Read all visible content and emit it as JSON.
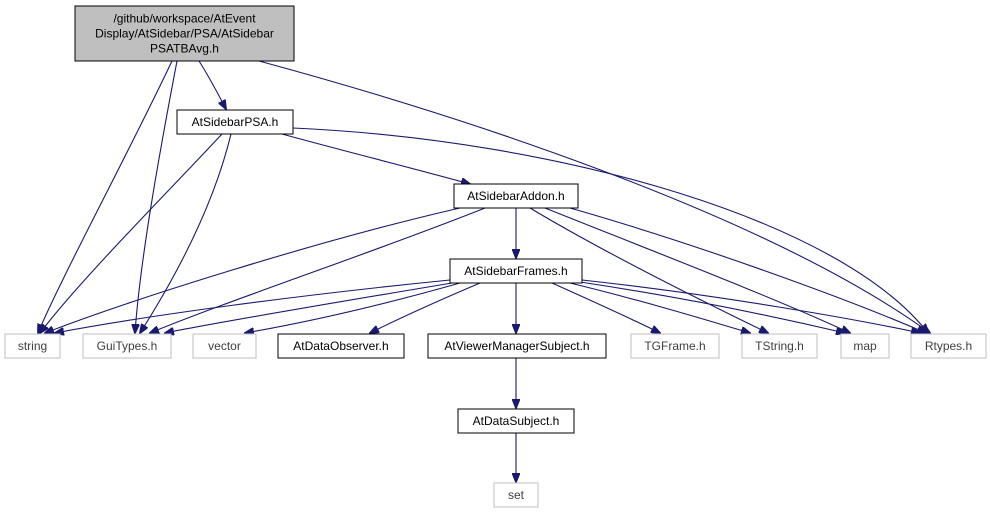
{
  "colors": {
    "edge": "#191970",
    "root_fill": "#bfbfbf",
    "root_border": "#000000",
    "internal_border": "#000000",
    "external_border": "#bfbfbf",
    "external_text": "#404040",
    "node_fill": "#ffffff"
  },
  "nodes": [
    {
      "id": "root",
      "kind": "root",
      "lines": [
        "/github/workspace/AtEvent",
        "Display/AtSidebar/PSA/AtSidebar",
        "PSATBAvg.h"
      ]
    },
    {
      "id": "psa",
      "kind": "internal",
      "lines": [
        "AtSidebarPSA.h"
      ]
    },
    {
      "id": "addon",
      "kind": "internal",
      "lines": [
        "AtSidebarAddon.h"
      ]
    },
    {
      "id": "frames",
      "kind": "internal",
      "lines": [
        "AtSidebarFrames.h"
      ]
    },
    {
      "id": "string",
      "kind": "external",
      "lines": [
        "string"
      ]
    },
    {
      "id": "guitypes",
      "kind": "external",
      "lines": [
        "GuiTypes.h"
      ]
    },
    {
      "id": "vector",
      "kind": "external",
      "lines": [
        "vector"
      ]
    },
    {
      "id": "observer",
      "kind": "internal",
      "lines": [
        "AtDataObserver.h"
      ]
    },
    {
      "id": "viewer",
      "kind": "internal",
      "lines": [
        "AtViewerManagerSubject.h"
      ]
    },
    {
      "id": "tgframe",
      "kind": "external",
      "lines": [
        "TGFrame.h"
      ]
    },
    {
      "id": "tstring",
      "kind": "external",
      "lines": [
        "TString.h"
      ]
    },
    {
      "id": "map",
      "kind": "external",
      "lines": [
        "map"
      ]
    },
    {
      "id": "rtypes",
      "kind": "external",
      "lines": [
        "Rtypes.h"
      ]
    },
    {
      "id": "subject",
      "kind": "internal",
      "lines": [
        "AtDataSubject.h"
      ]
    },
    {
      "id": "set",
      "kind": "external",
      "lines": [
        "set"
      ]
    }
  ],
  "edges": [
    {
      "from": "root",
      "to": "psa"
    },
    {
      "from": "root",
      "to": "string"
    },
    {
      "from": "root",
      "to": "guitypes"
    },
    {
      "from": "root",
      "to": "rtypes"
    },
    {
      "from": "psa",
      "to": "addon"
    },
    {
      "from": "psa",
      "to": "string"
    },
    {
      "from": "psa",
      "to": "guitypes"
    },
    {
      "from": "psa",
      "to": "rtypes"
    },
    {
      "from": "addon",
      "to": "frames"
    },
    {
      "from": "addon",
      "to": "string"
    },
    {
      "from": "addon",
      "to": "guitypes"
    },
    {
      "from": "addon",
      "to": "tstring"
    },
    {
      "from": "addon",
      "to": "map"
    },
    {
      "from": "addon",
      "to": "rtypes"
    },
    {
      "from": "frames",
      "to": "string"
    },
    {
      "from": "frames",
      "to": "guitypes"
    },
    {
      "from": "frames",
      "to": "vector"
    },
    {
      "from": "frames",
      "to": "observer"
    },
    {
      "from": "frames",
      "to": "viewer"
    },
    {
      "from": "frames",
      "to": "tgframe"
    },
    {
      "from": "frames",
      "to": "tstring"
    },
    {
      "from": "frames",
      "to": "map"
    },
    {
      "from": "frames",
      "to": "rtypes"
    },
    {
      "from": "viewer",
      "to": "subject"
    },
    {
      "from": "subject",
      "to": "set"
    }
  ]
}
